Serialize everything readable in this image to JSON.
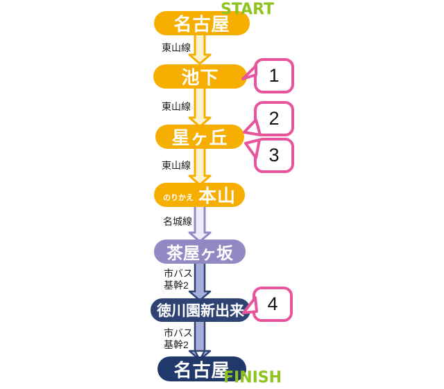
{
  "start_label": "START",
  "finish_label": "FINISH",
  "stations": [
    {
      "name": "名古屋"
    },
    {
      "name": "池下"
    },
    {
      "name": "星ヶ丘"
    },
    {
      "name": "本山",
      "transfer_note": "のりかえ"
    },
    {
      "name": "茶屋ヶ坂"
    },
    {
      "name": "徳川園新出来"
    },
    {
      "name": "名古屋"
    }
  ],
  "segments": [
    {
      "line1": "東山線"
    },
    {
      "line1": "東山線"
    },
    {
      "line1": "東山線"
    },
    {
      "line1": "名城線"
    },
    {
      "line1": "市バス",
      "line2": "基幹2"
    },
    {
      "line1": "市バス",
      "line2": "基幹2"
    }
  ],
  "callouts": [
    {
      "number": "1"
    },
    {
      "number": "2"
    },
    {
      "number": "3"
    },
    {
      "number": "4"
    }
  ],
  "colors": {
    "line_yellow": "#F6AE00",
    "arrow_yellow_fill": "#FCF3CE",
    "line_purple": "#9289C4",
    "arrow_purple_fill": "#EFECF8",
    "line_navy": "#2E4373",
    "arrow_navy_fill": "#A8B0DA",
    "navy_dark": "#20386A",
    "callout_pink": "#E8549B",
    "start_green": "#8FC31F"
  }
}
